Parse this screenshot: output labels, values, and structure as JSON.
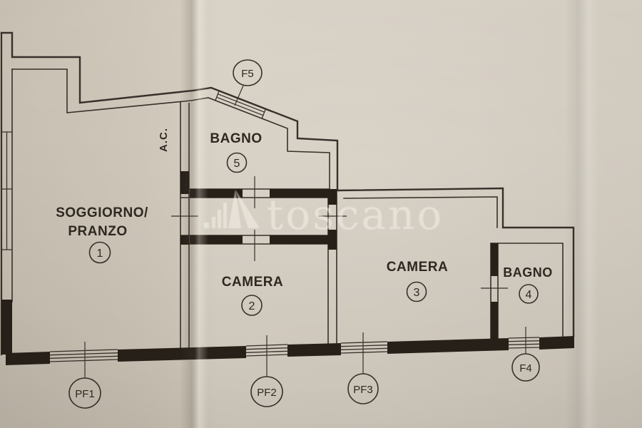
{
  "watermark": {
    "brand_text": "toscano",
    "logo": "skyline-logo"
  },
  "rooms": [
    {
      "label_line1": "SOGGIORNO/",
      "label_line2": "PRANZO",
      "number": "1"
    },
    {
      "label": "CAMERA",
      "number": "2"
    },
    {
      "label": "CAMERA",
      "number": "3"
    },
    {
      "label": "BAGNO",
      "number": "4"
    },
    {
      "label": "BAGNO",
      "number": "5"
    }
  ],
  "openings": {
    "f5": "F5",
    "pf1": "PF1",
    "pf2": "PF2",
    "pf3": "PF3",
    "f4": "F4"
  },
  "labels": {
    "ac": "A.C."
  },
  "colors": {
    "paper": "#d2cbbf",
    "fold_shadow": "#b5ad9f",
    "line": "#38302a",
    "wall_fill": "#262019",
    "text": "#2e2821",
    "watermark": "#f6f1e7"
  }
}
